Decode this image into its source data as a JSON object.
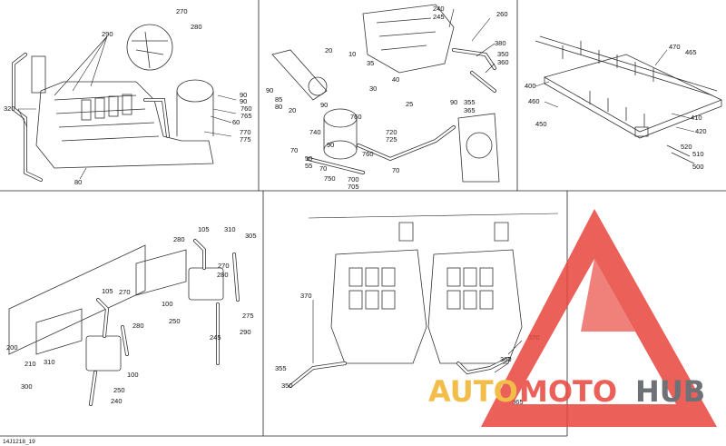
{
  "reference_code": "14J1218_19",
  "watermark": {
    "part1": "AUTO",
    "part2": "MOTO",
    "part3": "HUB",
    "colors": {
      "auto": "#f2b22a",
      "moto": "#e8453c",
      "hub": "#555a60",
      "triangle": "#e8453c"
    }
  },
  "panels": [
    {
      "id": "engine-overview",
      "callouts": [
        "270",
        "280",
        "290",
        "320",
        "90",
        "760",
        "765",
        "60",
        "770",
        "775",
        "80"
      ]
    },
    {
      "id": "intercooler-hoses",
      "callouts": [
        "240",
        "245",
        "260",
        "380",
        "20",
        "10",
        "35",
        "350",
        "360",
        "40",
        "30",
        "25",
        "355",
        "365",
        "90",
        "85",
        "80",
        "20",
        "760",
        "90",
        "740",
        "720",
        "725",
        "70",
        "50",
        "55",
        "70",
        "750",
        "700",
        "705",
        "760",
        "70"
      ]
    },
    {
      "id": "mounting-plate",
      "callouts": [
        "470",
        "465",
        "400",
        "460",
        "450",
        "410",
        "420",
        "520",
        "510",
        "500"
      ]
    },
    {
      "id": "oil-reservoirs",
      "callouts": [
        "105",
        "310",
        "280",
        "305",
        "270",
        "280",
        "100",
        "275",
        "250",
        "290",
        "245",
        "105",
        "270",
        "280",
        "200",
        "210",
        "310",
        "300",
        "100",
        "250",
        "240"
      ]
    },
    {
      "id": "twin-engines",
      "callouts": [
        "370",
        "355",
        "350",
        "370",
        "360",
        "365"
      ]
    }
  ]
}
